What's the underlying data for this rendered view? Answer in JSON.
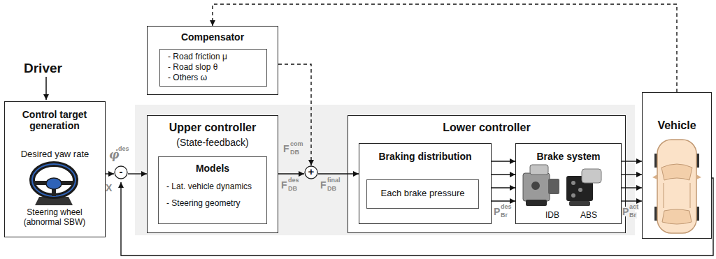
{
  "diagram": {
    "nodes": [
      {
        "text": [
          "Control target generation",
          "Desired yaw rate",
          "Steering wheel (abnormal SBW)"
        ]
      },
      {
        "text": [
          "-"
        ]
      },
      {
        "text": [
          "Compensator"
        ]
      },
      {
        "text": [
          "- Road friction μ",
          "- Road slop θ",
          "- Others ω"
        ],
        "in": 2
      },
      {
        "text": [
          "Upper controller",
          "(State-feedback)"
        ]
      },
      {
        "text": [
          "Models",
          "- Lat. vehicle dynamics",
          "- Steering geometry"
        ],
        "in": 4
      },
      {
        "text": [
          "+"
        ]
      },
      {
        "text": [
          "Lower controller"
        ]
      },
      {
        "text": [
          "Braking distribution"
        ],
        "in": 7
      },
      {
        "text": [
          "Each brake pressure"
        ],
        "in": 8
      },
      {
        "text": [
          "Brake system",
          "IDB",
          "ABS"
        ],
        "in": 7
      },
      {
        "text": [
          "Vehicle"
        ]
      }
    ],
    "edges": [
      {
        "from": 0,
        "to": 1,
        "arrow": "to"
      },
      {
        "from": 1,
        "to": 4,
        "arrow": "to"
      },
      {
        "from": 2,
        "to": 6,
        "arrow": "to"
      },
      {
        "from": 4,
        "to": 6,
        "arrow": "to"
      },
      {
        "from": 6,
        "to": 8,
        "arrow": "to"
      },
      {
        "from": 8,
        "to": 10,
        "arrow": "to"
      },
      {
        "from": 8,
        "to": 10,
        "arrow": "to"
      },
      {
        "from": 8,
        "to": 10,
        "arrow": "to"
      },
      {
        "from": 8,
        "to": 10,
        "arrow": "to"
      },
      {
        "from": 10,
        "to": 11,
        "arrow": "to"
      },
      {
        "from": 10,
        "to": 11,
        "arrow": "to"
      },
      {
        "from": 10,
        "to": 11,
        "arrow": "to"
      },
      {
        "from": 10,
        "to": 11,
        "arrow": "to"
      },
      {
        "from": 11,
        "to": 2,
        "arrow": "to"
      },
      {
        "from": 11,
        "to": 1,
        "arrow": "to"
      }
    ],
    "labels": [
      "Driver",
      "φ̇",
      "des",
      "X",
      "F",
      "com",
      "DB",
      "F",
      "des",
      "DB",
      "F",
      "final",
      "DB",
      "P",
      "des",
      "Br",
      "P",
      "act",
      "Br"
    ]
  }
}
